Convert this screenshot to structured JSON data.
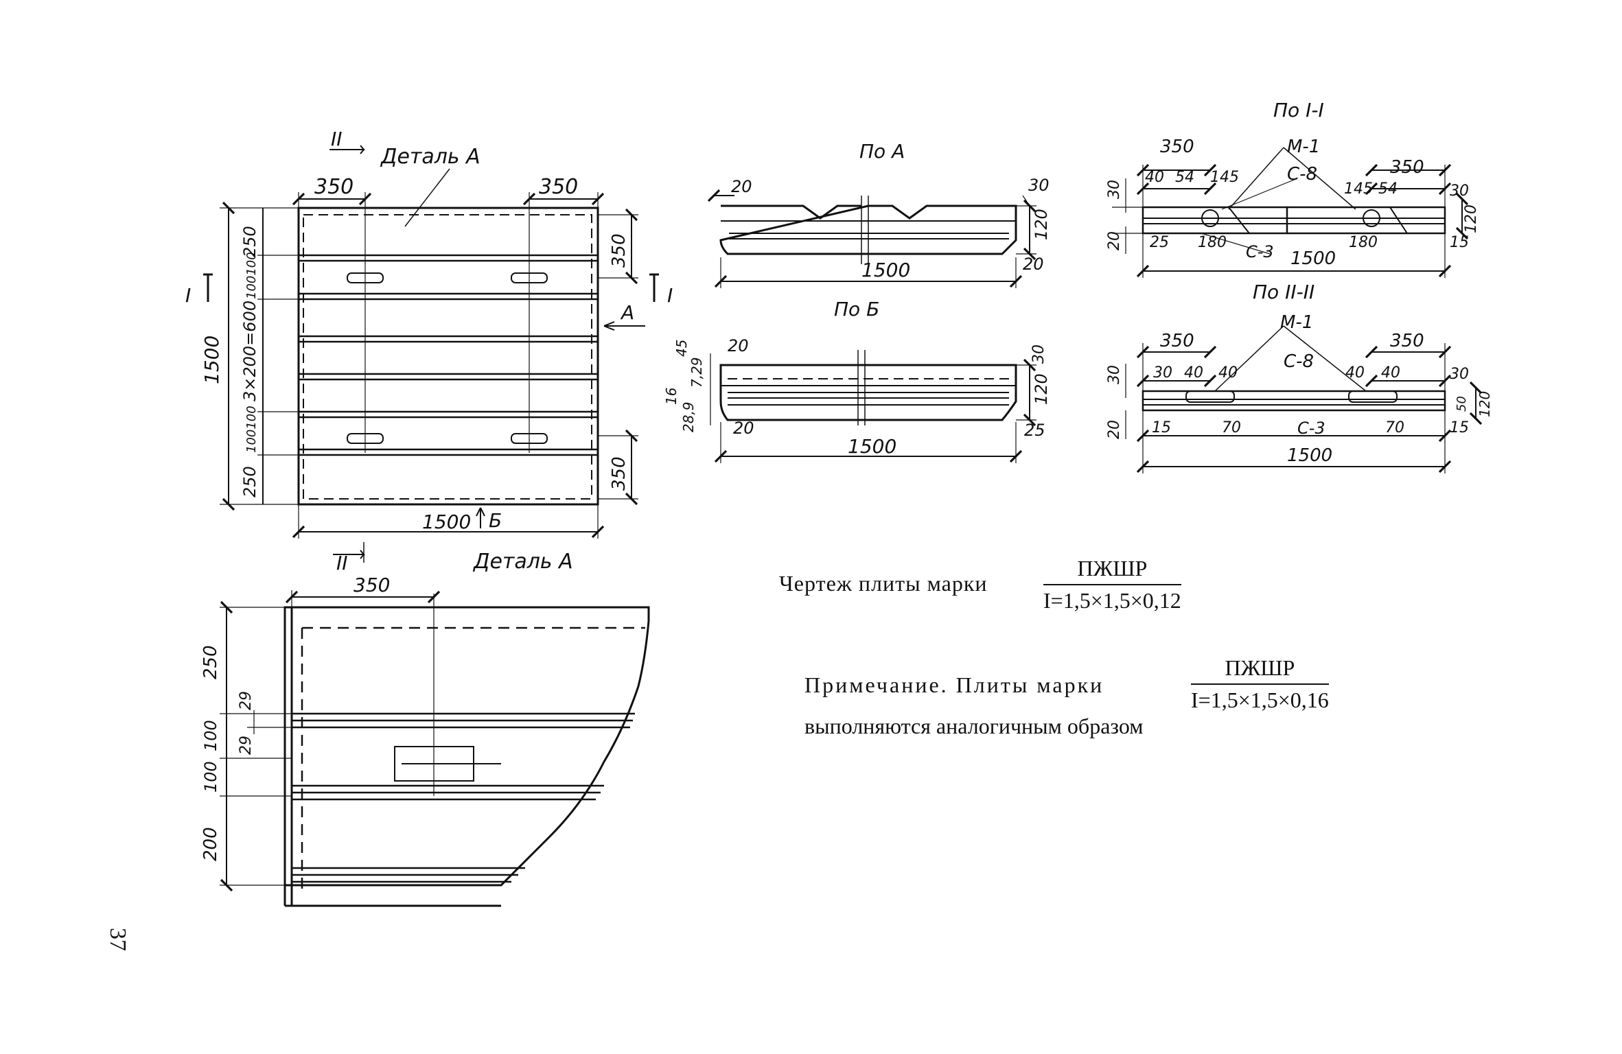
{
  "labels": {
    "detail_a": "Деталь А",
    "detail_a_title": "Деталь А",
    "view_a": "По А",
    "view_b": "По Б",
    "section_1": "По I-I",
    "section_2": "По II-II",
    "cut_1": "I",
    "cut_2": "II",
    "arrow_a": "А",
    "arrow_b": "Б"
  },
  "plan_dims": {
    "left_350": "350",
    "right_350": "350",
    "overall_1500": "1500",
    "side_250_top": "250",
    "side_100_top": "100100",
    "side_3x200": "3×200=600",
    "side_100_bottom": "100100",
    "side_250_bottom": "250",
    "right_350_top": "350",
    "right_350_bottom": "350",
    "bottom_1500": "1500"
  },
  "view_a_dims": {
    "d20": "20",
    "d30": "30",
    "d120": "120",
    "d20b": "20",
    "d1500": "1500"
  },
  "view_b_dims": {
    "d20": "20",
    "d30": "30",
    "d45": "45",
    "d729": "7,29",
    "d16": "16",
    "d289": "28,9",
    "d120": "120",
    "d20b": "20",
    "d25": "25",
    "d1500": "1500"
  },
  "sec1_dims": {
    "d350": "350",
    "d40": "40",
    "d54": "54",
    "d145": "145",
    "m1": "М-1",
    "c8": "С-8",
    "d145b": "145",
    "d54b": "54",
    "d350b": "350",
    "d30": "30",
    "d30l": "30",
    "d120": "120",
    "d20": "20",
    "d25": "25",
    "d180": "180",
    "c3": "С-3",
    "d1500": "1500",
    "d180b": "180",
    "d15": "15"
  },
  "sec2_dims": {
    "d350": "350",
    "m1": "М-1",
    "d350b": "350",
    "d30": "30",
    "d40": "40",
    "d40b": "40",
    "c8": "С-8",
    "d40c": "40",
    "d40d": "40",
    "d30b": "30",
    "d30l": "30",
    "d50": "50",
    "d120": "120",
    "d20": "20",
    "d15": "15",
    "d70": "70",
    "c3": "С-3",
    "d70b": "70",
    "d15b": "15",
    "d1500": "1500"
  },
  "detail_dims": {
    "d350": "350",
    "d250": "250",
    "d29a": "29",
    "d100a": "100",
    "d29b": "29",
    "d100b": "100",
    "d200": "200"
  },
  "title": {
    "prefix": "Чертеж плиты марки",
    "num": "ПЖШР",
    "den": "I=1,5×1,5×0,12"
  },
  "note": {
    "prefix": "Примечание. Плиты марки",
    "num": "ПЖШР",
    "den": "I=1,5×1,5×0,16",
    "line2": "выполняются аналогичным образом"
  },
  "page_number": "37"
}
